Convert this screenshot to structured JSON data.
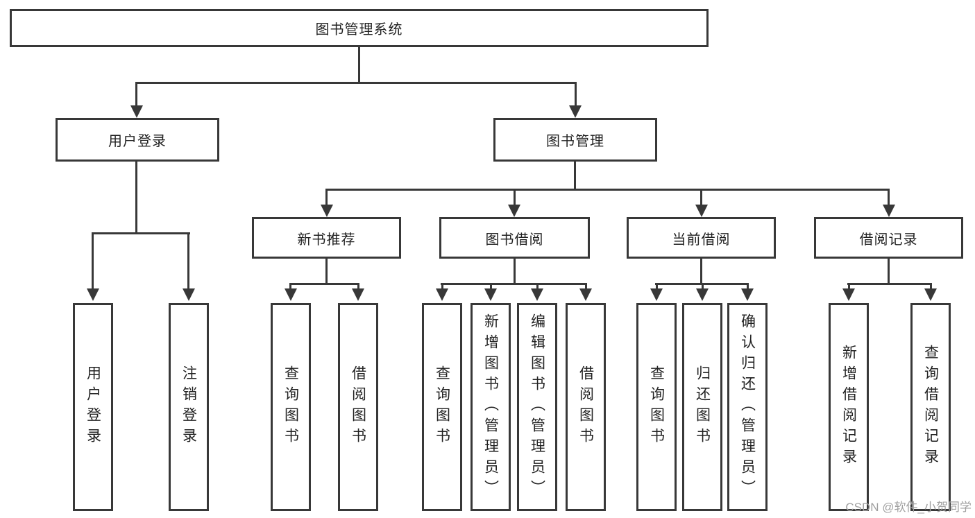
{
  "colors": {
    "line": "#383838",
    "text": "#222222",
    "watermark": "#a0a0a0",
    "background": "#ffffff"
  },
  "watermark": {
    "text": "CSDN @软件_小贺同学"
  },
  "tree": {
    "root": {
      "label": "图书管理系统"
    },
    "level1": [
      {
        "label": "用户登录",
        "children": [
          {
            "label": "用户登录"
          },
          {
            "label": "注销登录"
          }
        ]
      },
      {
        "label": "图书管理",
        "children": [
          {
            "label": "新书推荐",
            "children": [
              {
                "label": "查询图书"
              },
              {
                "label": "借阅图书"
              }
            ]
          },
          {
            "label": "图书借阅",
            "children": [
              {
                "label": "查询图书"
              },
              {
                "label": "新增图书（管理员）"
              },
              {
                "label": "编辑图书（管理员）"
              },
              {
                "label": "借阅图书"
              }
            ]
          },
          {
            "label": "当前借阅",
            "children": [
              {
                "label": "查询图书"
              },
              {
                "label": "归还图书"
              },
              {
                "label": "确认归还（管理员）"
              }
            ]
          },
          {
            "label": "借阅记录",
            "children": [
              {
                "label": "新增借阅记录"
              },
              {
                "label": "查询借阅记录"
              }
            ]
          }
        ]
      }
    ]
  }
}
